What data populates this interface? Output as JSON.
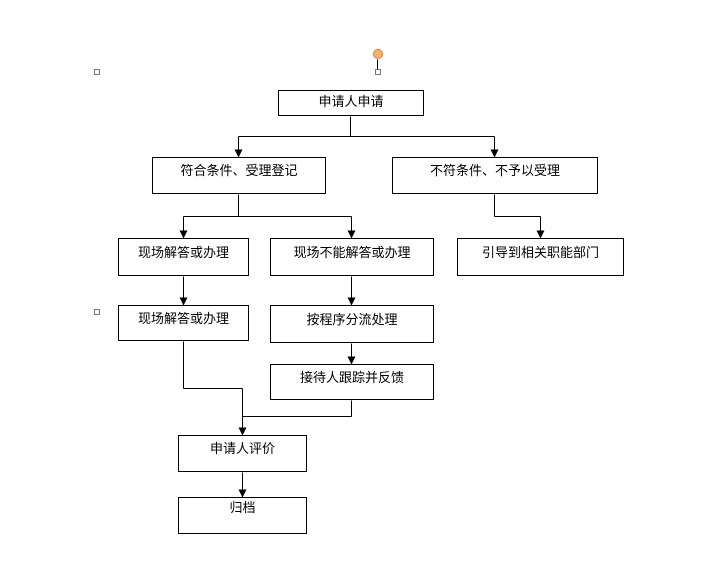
{
  "colors": {
    "line": "#000000",
    "box_border": "#000000",
    "rotate_handle": "#f6b26b",
    "selection_handle": "#7a7a7a"
  },
  "nodes": {
    "apply": "申请人申请",
    "accept": "符合条件、受理登记",
    "reject": "不符条件、不予以受理",
    "answer1": "现场解答或办理",
    "no_answer": "现场不能解答或办理",
    "guide": "引导到相关职能部门",
    "answer2": "现场解答或办理",
    "process": "按程序分流处理",
    "track": "接待人跟踪并反馈",
    "evaluate": "申请人评价",
    "archive": "归档"
  }
}
